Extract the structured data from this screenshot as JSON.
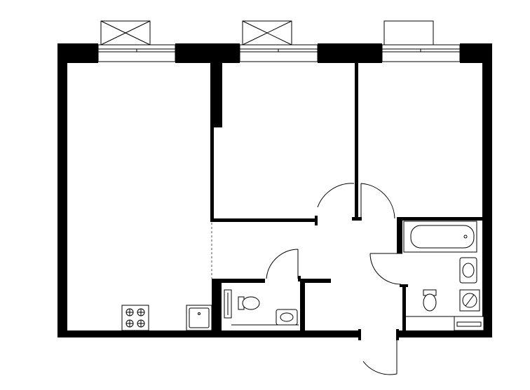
{
  "plan": {
    "background": "#ffffff",
    "wall_color": "#000000",
    "line_color": "#000000",
    "rooms": [
      "living-kitchen",
      "bedroom-center",
      "bedroom-right",
      "hallway",
      "toilet",
      "bathroom"
    ],
    "fixtures": [
      "ac-unit",
      "window",
      "bathtub",
      "toilet",
      "washbasin",
      "washing-machine",
      "stove",
      "sink",
      "towel-rail",
      "door-swing"
    ]
  }
}
